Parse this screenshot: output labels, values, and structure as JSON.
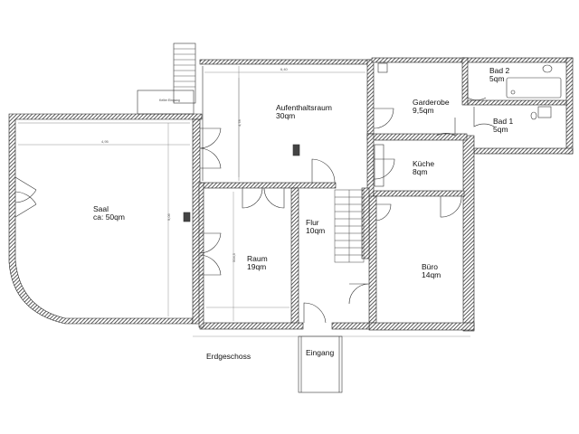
{
  "plan": {
    "floor_label": "Erdgeschoss",
    "rooms": {
      "saal": {
        "name": "Saal",
        "area": "ca: 50qm"
      },
      "aufenthaltsraum": {
        "name": "Aufenthaltsraum",
        "area": "30qm"
      },
      "garderobe": {
        "name": "Garderobe",
        "area": "9,5qm"
      },
      "bad2": {
        "name": "Bad 2",
        "area": "5qm"
      },
      "bad1": {
        "name": "Bad 1",
        "area": "5qm"
      },
      "kueche": {
        "name": "Küche",
        "area": "8qm"
      },
      "raum": {
        "name": "Raum",
        "area": "19qm"
      },
      "flur": {
        "name": "Flur",
        "area": "10qm"
      },
      "buero": {
        "name": "Büro",
        "area": "14qm"
      },
      "eingang": {
        "name": "Eingang"
      }
    },
    "dimensions": {
      "saal_width": "4,95",
      "saal_depth": "9,06",
      "aufenthalt_width": "6,40",
      "aufenthalt_depth": "4,78",
      "raum_depth": "504,5",
      "ramp_note": "Keller Eingang"
    },
    "colors": {
      "wall": "#2a2a2a",
      "hatch": "#444444",
      "line": "#333333",
      "dim_line": "#777777"
    }
  }
}
